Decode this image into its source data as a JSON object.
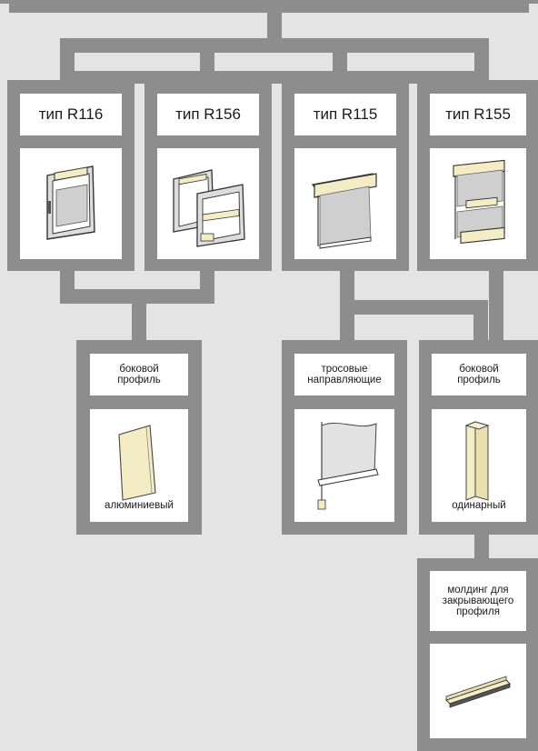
{
  "colors": {
    "background": "#e4e4e4",
    "connector": "#8d8d8d",
    "panel": "#ffffff",
    "cream": "#f4ecc4"
  },
  "types": [
    {
      "label": "тип R116",
      "icon": "window-roller-blind-icon"
    },
    {
      "label": "тип R156",
      "icon": "double-window-roller-blind-icon"
    },
    {
      "label": "тип R115",
      "icon": "free-hanging-roller-blind-icon"
    },
    {
      "label": "тип R155",
      "icon": "guided-roller-blind-icon"
    }
  ],
  "accessories": [
    {
      "title": "боковой\nпрофиль",
      "caption": "алюминиевый",
      "icon": "aluminium-side-profile-icon"
    },
    {
      "title": "тросовые\nнаправляющие",
      "caption": "",
      "icon": "cable-guide-icon"
    },
    {
      "title": "боковой\nпрофиль",
      "caption": "одинарный",
      "icon": "single-side-profile-icon"
    },
    {
      "title": "молдинг для\nзакрывающего\nпрофиля",
      "caption": "",
      "icon": "cover-profile-molding-icon"
    }
  ]
}
